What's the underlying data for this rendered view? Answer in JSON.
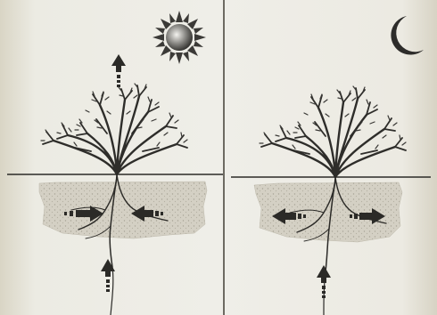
{
  "panels": [
    {
      "id": "day",
      "celestial_icon": "sun-icon",
      "transpiration_arrow": "up",
      "root_zone_arrows": "inward",
      "deep_root_arrow": "up"
    },
    {
      "id": "night",
      "celestial_icon": "moon-icon",
      "transpiration_arrow": "none",
      "root_zone_arrows": "outward",
      "deep_root_arrow": "up"
    }
  ],
  "colors": {
    "ink": "#2b2a27",
    "soil": "#cfcbbe",
    "paper": "#efeee8",
    "moon": "#2d2c2a"
  }
}
